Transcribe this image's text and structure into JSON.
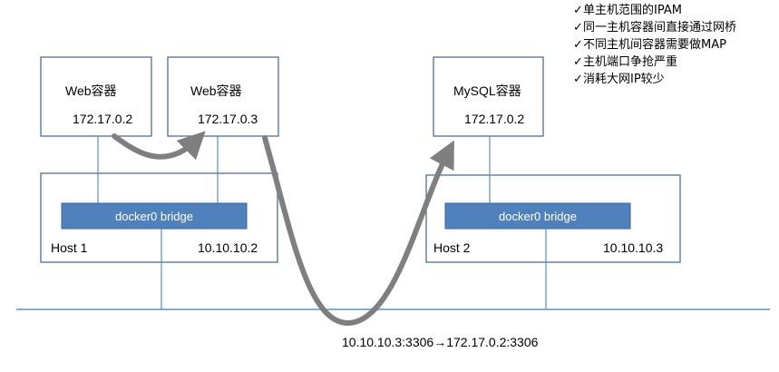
{
  "features": [
    "单主机范围的IPAM",
    "同一主机容器间直接通过网桥",
    "不同主机间容器需要做MAP",
    "主机端口争抢严重",
    "消耗大网IP较少"
  ],
  "check_glyph": "✓",
  "host1": {
    "name": "Host 1",
    "ip": "10.10.10.2",
    "bridge_label": "docker0 bridge",
    "containers": [
      {
        "name": "Web容器",
        "ip": "172.17.0.2"
      },
      {
        "name": "Web容器",
        "ip": "172.17.0.3"
      }
    ]
  },
  "host2": {
    "name": "Host 2",
    "ip": "10.10.10.3",
    "bridge_label": "docker0 bridge",
    "containers": [
      {
        "name": "MySQL容器",
        "ip": "172.17.0.2"
      }
    ]
  },
  "port_map_label": "10.10.10.3:3306→172.17.0.2:3306",
  "colors": {
    "bridge_fill": "#4f81bd",
    "wire": "#5b8fc4",
    "arrow": "#7f7f7f",
    "box_border": "#4f6f8f"
  }
}
